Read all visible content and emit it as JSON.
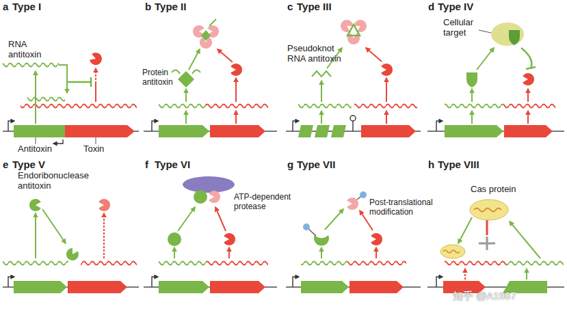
{
  "diagram": {
    "labels": [
      "a",
      "Type I",
      "RNA antitoxin",
      "Antitoxin",
      "Toxin",
      "b",
      "Type II",
      "Protein antitoxin",
      "c",
      "Type III",
      "Pseudoknot RNA antitoxin",
      "d",
      "Type IV",
      "Cellular target",
      "e",
      "Type V",
      "Endoribonuclease antitoxin",
      "f",
      "Type VI",
      "ATP-dependent protease",
      "g",
      "Type VII",
      "Post-translational modification",
      "h",
      "Type VIII",
      "Cas protein",
      "知乎 @A1987"
    ]
  }
}
